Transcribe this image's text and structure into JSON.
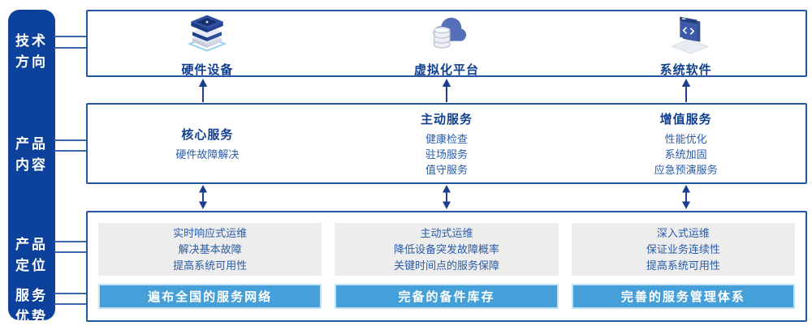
{
  "sidebar": {
    "items": [
      {
        "label": "技术\n方向"
      },
      {
        "label": "产品\n内容"
      },
      {
        "label": "产品\n定位"
      },
      {
        "label": "服务\n优势"
      }
    ]
  },
  "tech_row": {
    "items": [
      {
        "icon": "server-stack-icon",
        "label": "硬件设备"
      },
      {
        "icon": "cloud-database-icon",
        "label": "虚拟化平台"
      },
      {
        "icon": "software-screen-icon",
        "label": "系统软件"
      }
    ]
  },
  "content_row": {
    "columns": [
      {
        "heading": "核心服务",
        "items": [
          "硬件故障解决"
        ]
      },
      {
        "heading": "主动服务",
        "items": [
          "健康检查",
          "驻场服务",
          "值守服务"
        ]
      },
      {
        "heading": "增值服务",
        "items": [
          "性能优化",
          "系统加固",
          "应急预演服务"
        ]
      }
    ]
  },
  "bottom_row": {
    "columns": [
      {
        "lines": [
          "实时响应式运维",
          "解决基本故障",
          "提高系统可用性"
        ],
        "banner": "遍布全国的服务网络"
      },
      {
        "lines": [
          "主动式运维",
          "降低设备突发故障概率",
          "关键时间点的服务保障"
        ],
        "banner": "完备的备件库存"
      },
      {
        "lines": [
          "深入式运维",
          "保证业务连续性",
          "提高系统可用性"
        ],
        "banner": "完善的服务管理体系"
      }
    ]
  },
  "colors": {
    "sidebar_bg": "#0c419c",
    "box_border": "#2456a4",
    "heading_text": "#113f8f",
    "body_text": "#2a5ca8",
    "connector": "#3d67ad",
    "arrow": "#1c3f8f",
    "gray_panel": "#ededed",
    "banner_bg": "#45a0d9",
    "banner_border": "#c2e2f6",
    "banner_text": "#ffffff"
  }
}
